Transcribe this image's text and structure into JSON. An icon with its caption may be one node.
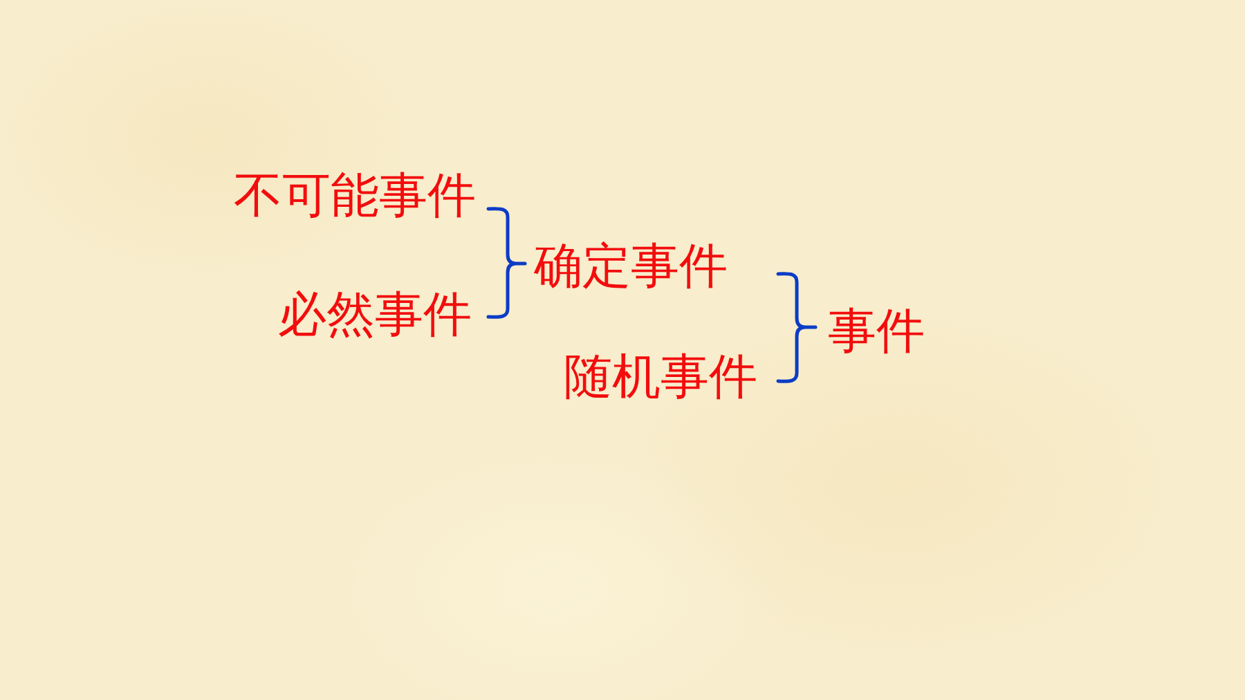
{
  "diagram": {
    "labels": [
      "不可能事件",
      "确定事件",
      "必然事件",
      "事件",
      "随机事件"
    ]
  }
}
